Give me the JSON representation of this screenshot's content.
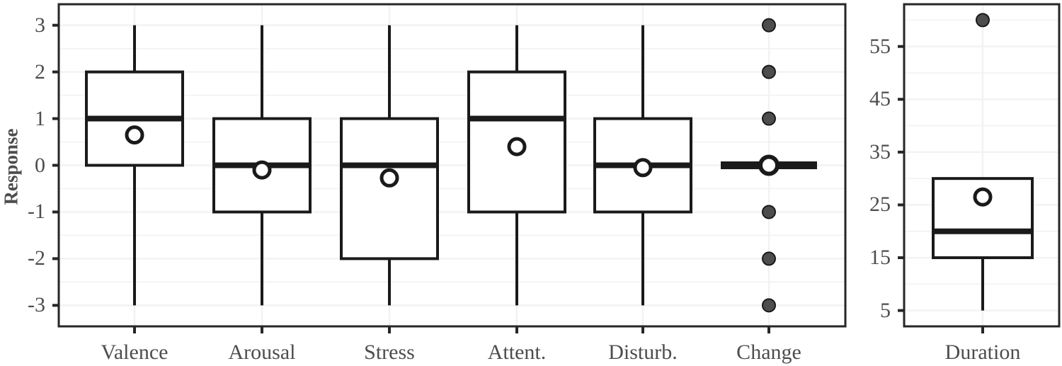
{
  "figure": {
    "y_axis_title": "Response",
    "background": "#ffffff",
    "panel_border_color": "#262626",
    "gridline_color": "#f2f2f2",
    "box_line_color": "#1a1a1a",
    "outlier_fill": "#4d4d4d",
    "mean_marker": "open-circle",
    "text_color": "#4d4d4d"
  },
  "chart_data": {
    "type": "box",
    "title": "",
    "xlabel": "",
    "ylabel": "Response",
    "grid": true,
    "legend": null,
    "panels": [
      {
        "name": "response-panel",
        "ylabel": "Response",
        "ylim": [
          -3.45,
          3.45
        ],
        "yticks": [
          3,
          2,
          1,
          0,
          -1,
          -2,
          -3
        ],
        "ytick_labels": [
          "3",
          "2",
          "1",
          "0",
          "-1",
          "-2",
          "-3"
        ],
        "categories": [
          "Valence",
          "Arousal",
          "Stress",
          "Attent.",
          "Disturb.",
          "Change"
        ],
        "boxes": [
          {
            "label": "Valence",
            "lower_whisker": -3,
            "q1": 0,
            "median": 1,
            "q3": 2,
            "upper_whisker": 3,
            "mean": 0.65,
            "outliers": []
          },
          {
            "label": "Arousal",
            "lower_whisker": -3,
            "q1": -1,
            "median": 0,
            "q3": 1,
            "upper_whisker": 3,
            "mean": -0.1,
            "outliers": []
          },
          {
            "label": "Stress",
            "lower_whisker": -3,
            "q1": -2,
            "median": 0,
            "q3": 1,
            "upper_whisker": 3,
            "mean": -0.27,
            "outliers": []
          },
          {
            "label": "Attent.",
            "lower_whisker": -3,
            "q1": -1,
            "median": 1,
            "q3": 2,
            "upper_whisker": 3,
            "mean": 0.4,
            "outliers": []
          },
          {
            "label": "Disturb.",
            "lower_whisker": -3,
            "q1": -1,
            "median": 0,
            "q3": 1,
            "upper_whisker": 3,
            "mean": -0.05,
            "outliers": []
          },
          {
            "label": "Change",
            "lower_whisker": 0,
            "q1": 0,
            "median": 0,
            "q3": 0,
            "upper_whisker": 0,
            "mean": 0.0,
            "outliers": [
              3,
              2,
              1,
              -1,
              -2,
              -3
            ]
          }
        ]
      },
      {
        "name": "duration-panel",
        "ylabel": "",
        "ylim": [
          2.0,
          63.0
        ],
        "yticks": [
          55,
          45,
          35,
          25,
          15,
          5
        ],
        "ytick_labels": [
          "55",
          "45",
          "35",
          "25",
          "15",
          "5"
        ],
        "categories": [
          "Duration"
        ],
        "boxes": [
          {
            "label": "Duration",
            "lower_whisker": 5,
            "q1": 15,
            "median": 20,
            "q3": 30,
            "upper_whisker": 30,
            "mean": 26.5,
            "outliers": [
              60
            ]
          }
        ]
      }
    ]
  }
}
